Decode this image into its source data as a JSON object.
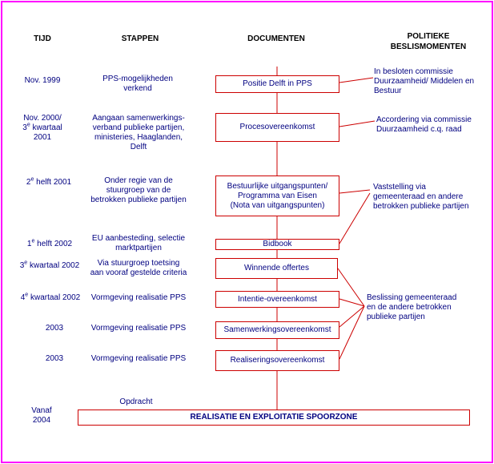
{
  "headers": {
    "tijd": "TIJD",
    "stappen": "STAPPEN",
    "documenten": "DOCUMENTEN",
    "politieke_line1": "POLITIEKE",
    "politieke_line2": "BESLISMOMENTEN"
  },
  "rows": {
    "r1": {
      "tijd": "Nov. 1999",
      "stap1": "PPS-mogelijkheden",
      "stap2": "verkend",
      "doc": "Positie Delft in PPS"
    },
    "r2": {
      "tijd1": "Nov. 2000/",
      "tijd2_num": "3",
      "tijd2_sup": "e",
      "tijd2_rest": " kwartaal",
      "tijd3": "2001",
      "stap1": "Aangaan samenwerkings-",
      "stap2": "verband publieke partijen,",
      "stap3": "ministeries, Haaglanden,",
      "stap4": "Delft",
      "doc": "Procesovereenkomst"
    },
    "r3": {
      "tijd_num": "2",
      "tijd_sup": "e",
      "tijd_rest": " helft 2001",
      "stap1": "Onder regie van de",
      "stap2": "stuurgroep van de",
      "stap3": "betrokken publieke partijen",
      "doc1": "Bestuurlijke uitgangspunten/",
      "doc2": "Programma van Eisen",
      "doc3": "(Nota van uitgangspunten)"
    },
    "r4": {
      "tijd_num": "1",
      "tijd_sup": "e",
      "tijd_rest": " helft 2002",
      "stap1": "EU aanbesteding, selectie",
      "stap2": "marktpartijen",
      "doc": "Bidbook"
    },
    "r5": {
      "tijd_num": "3",
      "tijd_sup": "e",
      "tijd_rest": " kwartaal 2002",
      "stap1": "Via stuurgroep toetsing",
      "stap2": "aan vooraf gestelde criteria",
      "doc": "Winnende offertes"
    },
    "r6": {
      "tijd_num": "4",
      "tijd_sup": "e",
      "tijd_rest": " kwartaal 2002",
      "stap": "Vormgeving realisatie PPS",
      "doc": "Intentie-overeenkomst"
    },
    "r7": {
      "tijd": "2003",
      "stap": "Vormgeving realisatie PPS",
      "doc": "Samenwerkingsovereenkomst"
    },
    "r8": {
      "tijd": "2003",
      "stap": "Vormgeving realisatie PPS",
      "doc": "Realiseringsovereenkomst"
    },
    "r9": {
      "tijd1": "Vanaf",
      "tijd2": "2004",
      "stap": "Opdracht",
      "doc": "REALISATIE EN EXPLOITATIE SPOORZONE"
    }
  },
  "beslis": {
    "b1": [
      "In besloten commissie",
      "Duurzaamheid/ Middelen en",
      "Bestuur"
    ],
    "b2": [
      "Accordering via commissie",
      "Duurzaamheid c.q. raad"
    ],
    "b3": [
      "Vaststelling via",
      "gemeenteraad en andere",
      "betrokken publieke partijen"
    ],
    "b4": [
      "Beslissing gemeenteraad",
      "en de andere betrokken",
      "publieke partijen"
    ]
  },
  "colors": {
    "frame": "#ff00ff",
    "connector": "#cc0000",
    "text": "#000080"
  }
}
